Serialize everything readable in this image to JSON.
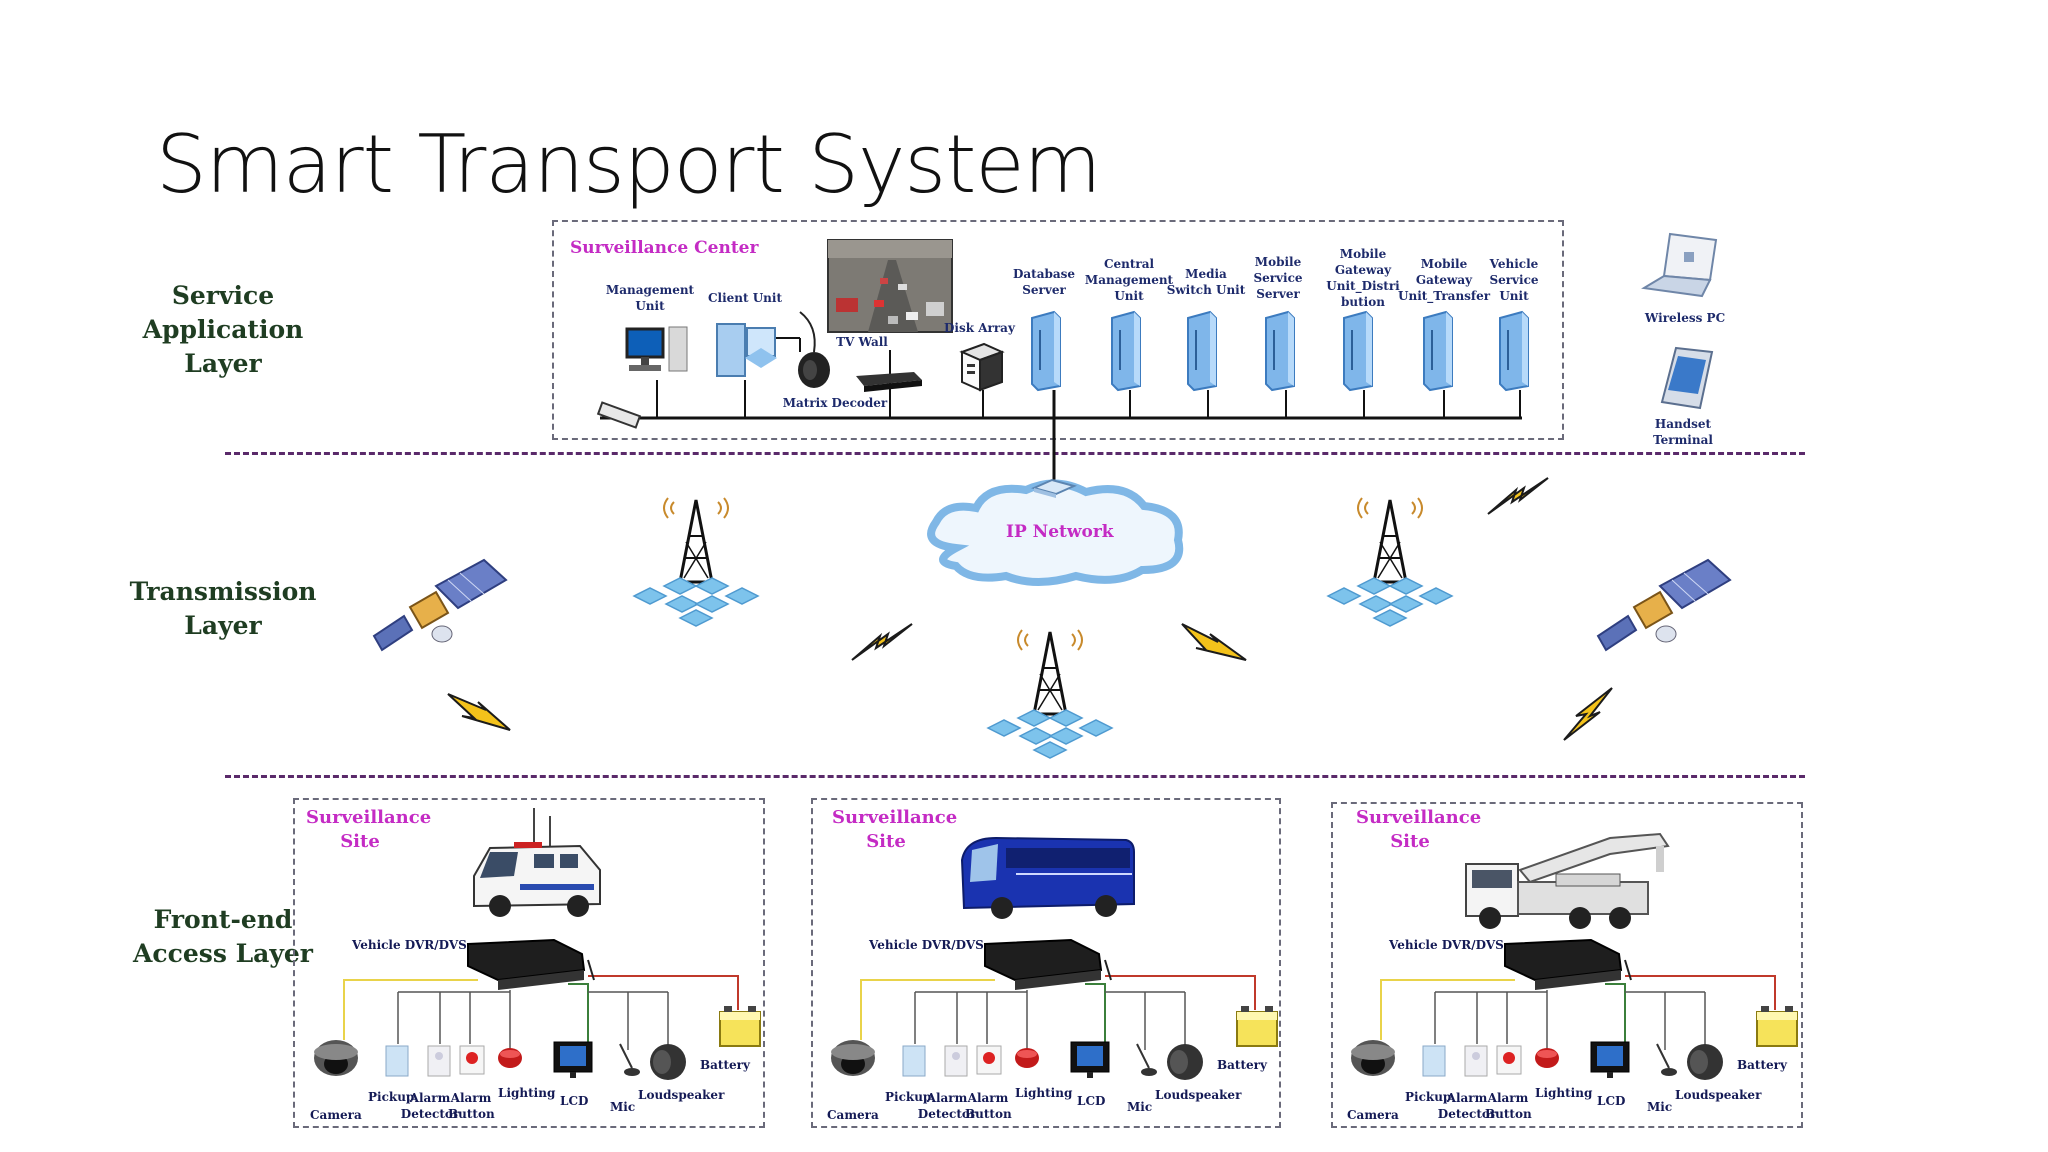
{
  "slide": {
    "title": "Smart Transport System"
  },
  "layers": {
    "service": "Service Application Layer",
    "transmission": "Transmission Layer",
    "frontend": "Front-end Access Layer"
  },
  "center": {
    "title": "Surveillance Center",
    "management_unit": "Management Unit",
    "client_unit": "Client Unit",
    "tv_wall": "TV Wall",
    "matrix_decoder": "Matrix Decoder",
    "disk_array": "Disk Array",
    "servers": [
      "Database Server",
      "Central Management Unit",
      "Media Switch Unit",
      "Mobile Service Server",
      "Mobile Gateway Unit_Distri bution",
      "Mobile Gateway Unit_Transfer",
      "Vehicle Service Unit"
    ]
  },
  "remote": {
    "wireless_pc": "Wireless PC",
    "handset": "Handset Terminal"
  },
  "network": {
    "label": "IP Network"
  },
  "sites": [
    {
      "title": "Surveillance Site",
      "vehicle": "van"
    },
    {
      "title": "Surveillance Site",
      "vehicle": "bus"
    },
    {
      "title": "Surveillance Site",
      "vehicle": "truck"
    }
  ],
  "site_labels": {
    "dvr": "Vehicle DVR/DVS",
    "battery": "Battery",
    "camera": "Camera",
    "pickup": "Pickup",
    "alarm_detector": "Alarm Detector",
    "alarm_button": "Alarm Button",
    "lighting": "Lighting",
    "lcd": "LCD",
    "mic": "Mic",
    "loudspeaker": "Loudspeaker"
  },
  "colors": {
    "label_text": "#1f3d22",
    "device_text": "#141a55",
    "accent": "#c42bc4",
    "divider": "#5a2a6a",
    "lightning": "#f3c21b"
  }
}
